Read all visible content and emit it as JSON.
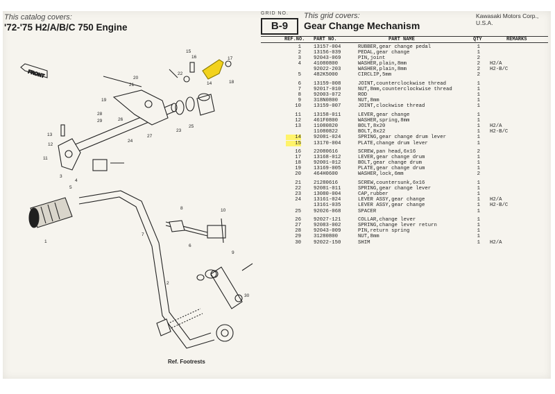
{
  "header": {
    "covers_label": "This catalog covers:",
    "engine": "'72-'75 H2/A/B/C 750 Engine",
    "grid_no_label": "GRID NO.",
    "grid_no": "B-9",
    "grid_covers_label": "This grid covers:",
    "grid_title": "Gear Change Mechanism",
    "maker": "Kawasaki Motors Corp., U.S.A."
  },
  "table": {
    "columns": [
      "REF.NO.",
      "PART NO.",
      "PART NAME",
      "QTY",
      "REMARKS"
    ],
    "rows": [
      {
        "ref": "1",
        "part": "13157-004",
        "name": "RUBBER,gear change pedal",
        "qty": "1",
        "rem": ""
      },
      {
        "ref": "2",
        "part": "13156-039",
        "name": "PEDAL,gear change",
        "qty": "1",
        "rem": ""
      },
      {
        "ref": "3",
        "part": "92043-069",
        "name": "PIN,joint",
        "qty": "2",
        "rem": ""
      },
      {
        "ref": "4",
        "part": "41080800",
        "name": "WASHER,plain,8mm",
        "qty": "2",
        "rem": "H2/A"
      },
      {
        "ref": "",
        "part": "92022-203",
        "name": "WASHER,plain,8mm",
        "qty": "2",
        "rem": "H2-B/C"
      },
      {
        "ref": "5",
        "part": "482K5000",
        "name": "CIRCLIP,5mm",
        "qty": "2",
        "rem": ""
      },
      {
        "spacer": true
      },
      {
        "ref": "6",
        "part": "13159-008",
        "name": "JOINT,counterclockwise thread",
        "qty": "1",
        "rem": ""
      },
      {
        "ref": "7",
        "part": "92017-010",
        "name": "NUT,8mm,counterclockwise thread",
        "qty": "1",
        "rem": ""
      },
      {
        "ref": "8",
        "part": "92003-072",
        "name": "ROD",
        "qty": "1",
        "rem": ""
      },
      {
        "ref": "9",
        "part": "318N0800",
        "name": "NUT,8mm",
        "qty": "1",
        "rem": ""
      },
      {
        "ref": "10",
        "part": "13159-007",
        "name": "JOINT,clockwise thread",
        "qty": "1",
        "rem": ""
      },
      {
        "spacer": true
      },
      {
        "ref": "11",
        "part": "13158-011",
        "name": "LEVER,gear change",
        "qty": "1",
        "rem": ""
      },
      {
        "ref": "12",
        "part": "461F0800",
        "name": "WASHER,spring,8mm",
        "qty": "1",
        "rem": ""
      },
      {
        "ref": "13",
        "part": "11080820",
        "name": "BOLT,8x20",
        "qty": "1",
        "rem": "H2/A"
      },
      {
        "ref": "",
        "part": "11080822",
        "name": "BOLT,8x22",
        "qty": "1",
        "rem": "H2-B/C"
      },
      {
        "ref": "14",
        "part": "92081-024",
        "name": "SPRING,gear change drum lever",
        "qty": "1",
        "rem": "",
        "hl": true
      },
      {
        "ref": "15",
        "part": "13170-004",
        "name": "PLATE,change drum lever",
        "qty": "1",
        "rem": "",
        "hl": true
      },
      {
        "spacer": true
      },
      {
        "ref": "16",
        "part": "22080616",
        "name": "SCREW,pan head,6x16",
        "qty": "2",
        "rem": ""
      },
      {
        "ref": "17",
        "part": "13168-012",
        "name": "LEVER,gear change drum",
        "qty": "1",
        "rem": ""
      },
      {
        "ref": "18",
        "part": "92001-012",
        "name": "BOLT,gear change drum",
        "qty": "1",
        "rem": ""
      },
      {
        "ref": "19",
        "part": "13169-005",
        "name": "PLATE,gear change drum",
        "qty": "1",
        "rem": ""
      },
      {
        "ref": "20",
        "part": "464H0600",
        "name": "WASHER,lock,6mm",
        "qty": "2",
        "rem": ""
      },
      {
        "spacer": true
      },
      {
        "ref": "21",
        "part": "21280616",
        "name": "SCREW,countersunk,6x16",
        "qty": "1",
        "rem": ""
      },
      {
        "ref": "22",
        "part": "92081-011",
        "name": "SPRING,gear change lever",
        "qty": "1",
        "rem": ""
      },
      {
        "ref": "23",
        "part": "13080-004",
        "name": "CAP,rubber",
        "qty": "1",
        "rem": ""
      },
      {
        "ref": "24",
        "part": "13161-024",
        "name": "LEVER ASSY,gear change",
        "qty": "1",
        "rem": "H2/A"
      },
      {
        "ref": "",
        "part": "13161-035",
        "name": "LEVER ASSY,gear change",
        "qty": "1",
        "rem": "H2-B/C"
      },
      {
        "ref": "25",
        "part": "92026-068",
        "name": "SPACER",
        "qty": "1",
        "rem": ""
      },
      {
        "spacer": true
      },
      {
        "ref": "26",
        "part": "92027-121",
        "name": "COLLAR,change lever",
        "qty": "1",
        "rem": ""
      },
      {
        "ref": "27",
        "part": "92083-002",
        "name": "SPRING,change lever return",
        "qty": "1",
        "rem": ""
      },
      {
        "ref": "28",
        "part": "92043-009",
        "name": "PIN,return spring",
        "qty": "1",
        "rem": ""
      },
      {
        "ref": "29",
        "part": "31280800",
        "name": "NUT,8mm",
        "qty": "1",
        "rem": ""
      },
      {
        "ref": "30",
        "part": "92022-150",
        "name": "SHIM",
        "qty": "1",
        "rem": "H2/A"
      }
    ]
  },
  "diagram": {
    "front_label": "FRONT",
    "footrests_label": "Ref. Footrests",
    "callouts": [
      "1",
      "2",
      "3",
      "4",
      "5",
      "6",
      "7",
      "8",
      "9",
      "10",
      "11",
      "12",
      "13",
      "14",
      "15",
      "16",
      "17",
      "18",
      "19",
      "20",
      "21",
      "22",
      "23",
      "24",
      "25",
      "26",
      "27",
      "28",
      "29",
      "30"
    ]
  }
}
